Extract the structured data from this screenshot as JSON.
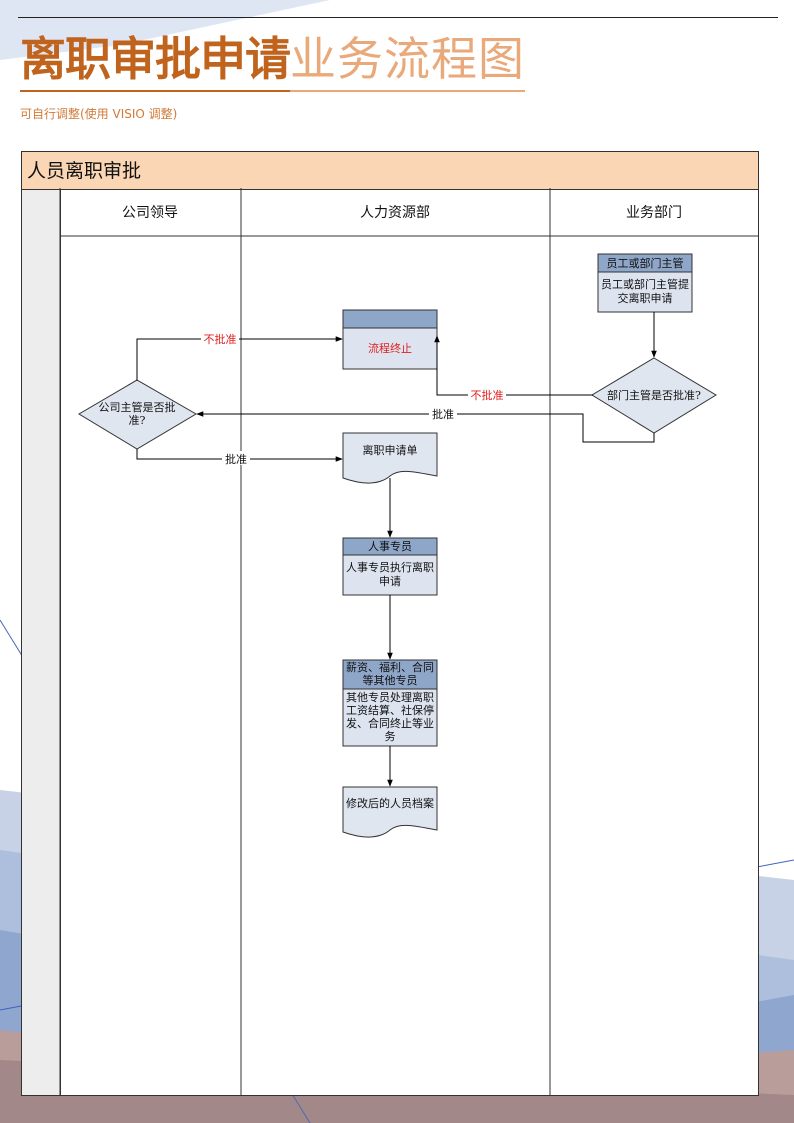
{
  "header": {
    "title_bold": "离职审批申请",
    "title_light": "业务流程图",
    "subtitle": "可自行调整(使用 VISIO 调整)"
  },
  "pool": {
    "title": "人员离职审批",
    "lanes": [
      "公司领导",
      "人力资源部",
      "业务部门"
    ]
  },
  "nodes": {
    "employee_header": "员工或部门主管",
    "employee_body": [
      "员工或部门主管提",
      "交离职申请"
    ],
    "dept_decision": "部门主管是否批准?",
    "company_decision": [
      "公司主管是否批",
      "准?"
    ],
    "terminate": "流程终止",
    "resignation_form": "离职申请单",
    "hr_header": "人事专员",
    "hr_body": [
      "人事专员执行离职",
      "申请"
    ],
    "others_header": [
      "薪资、福利、合同",
      "等其他专员"
    ],
    "others_body": [
      "其他专员处理离职",
      "工资结算、社保停",
      "发、合同终止等业",
      "务"
    ],
    "archive": "修改后的人员档案"
  },
  "edges": {
    "reject_company": "不批准",
    "reject_dept": "不批准",
    "approve_dept": "批准",
    "approve_company": "批准"
  },
  "colors": {
    "title": "#c0631c",
    "title_light": "#e9a97a",
    "pool_header": "#fbd6b5",
    "node_header": "#8ea6c8",
    "node_body": "#dde4ef",
    "shape_fill": "#dfe6f0",
    "reject_text": "#e02020"
  }
}
